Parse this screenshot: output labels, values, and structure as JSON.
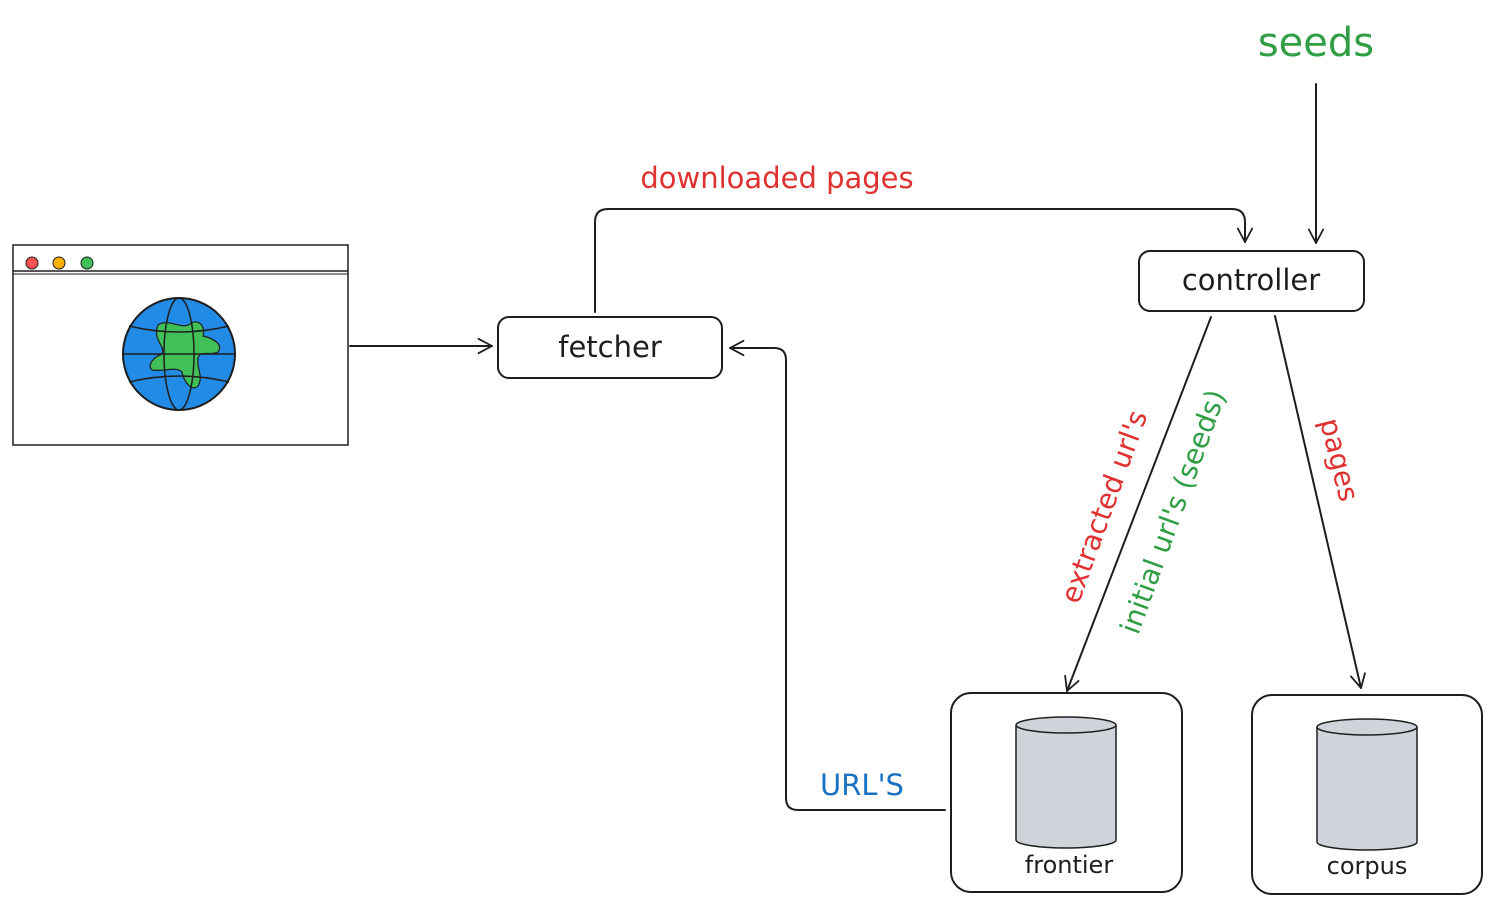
{
  "nodes": {
    "fetcher": "fetcher",
    "controller": "controller",
    "frontier": "frontier",
    "corpus": "corpus"
  },
  "edges": {
    "seeds": "seeds",
    "downloaded_pages": "downloaded pages",
    "extracted_urls": "extracted url's",
    "initial_urls": "initial url's (seeds)",
    "pages": "pages",
    "urls": "URL'S"
  },
  "colors": {
    "stroke": "#1e1e1e",
    "red": "#e03131",
    "green": "#2f9e44",
    "blue": "#1971c2",
    "globe_blue": "#228be6",
    "globe_green": "#40c057",
    "db_fill": "#ced4da",
    "dot_red": "#fa5252",
    "dot_yellow": "#fab005",
    "dot_green": "#40c057"
  },
  "icons": {
    "browser": "browser-window-icon",
    "globe": "globe-icon",
    "database": "database-cylinder-icon"
  }
}
